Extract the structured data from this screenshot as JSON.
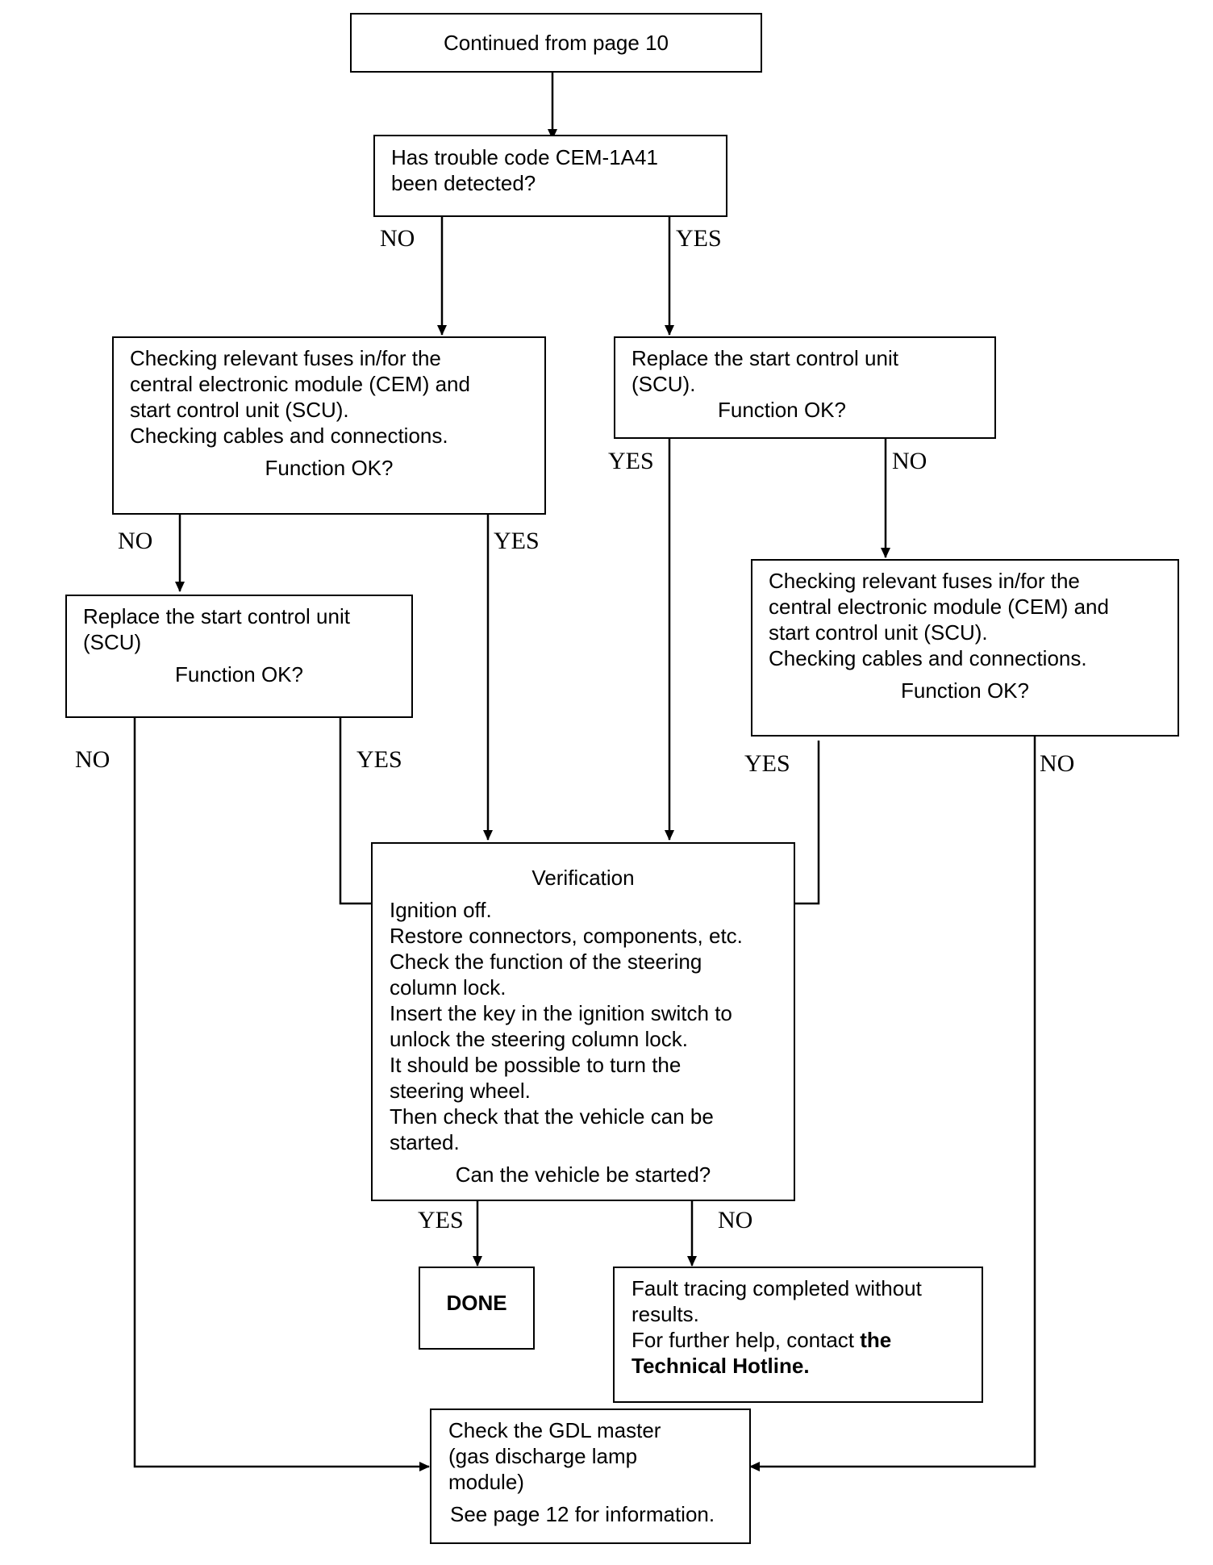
{
  "boxes": {
    "start": {
      "text": "Continued from page 10"
    },
    "q_code": {
      "lines": [
        "Has trouble code CEM-1A41",
        "been detected?"
      ]
    },
    "check_fuses_left": {
      "lines": [
        "Checking relevant fuses in/for the",
        "central electronic module (CEM) and",
        "start control unit (SCU).",
        "Checking cables and connections."
      ],
      "question": "Function OK?"
    },
    "replace_scu_right": {
      "lines": [
        "Replace the start control unit",
        "(SCU)."
      ],
      "question": "Function OK?"
    },
    "replace_scu_left": {
      "lines": [
        "Replace the start control unit",
        "(SCU)"
      ],
      "question": "Function OK?"
    },
    "check_fuses_right": {
      "lines": [
        "Checking relevant fuses in/for the",
        "central electronic module (CEM) and",
        "start control unit (SCU).",
        "Checking cables and connections."
      ],
      "question": "Function OK?"
    },
    "verification": {
      "title": "Verification",
      "lines": [
        "Ignition off.",
        "Restore connectors, components, etc.",
        "Check the function of the steering",
        "column lock.",
        "Insert the key in the ignition switch to",
        "unlock the steering column lock.",
        "It should be possible to turn the",
        "steering wheel.",
        "Then check that the vehicle can be",
        "started."
      ],
      "question": "Can the vehicle be started?"
    },
    "done": {
      "text": "DONE"
    },
    "fault": {
      "line1": "Fault tracing completed without",
      "line2": "results.",
      "line3_plain": "For further help, contact ",
      "line3_bold": "the",
      "line4_bold": "Technical Hotline."
    },
    "gdl": {
      "lines": [
        "Check the GDL master",
        "(gas discharge lamp",
        "module)"
      ],
      "note": "See page 12 for information."
    }
  },
  "labels": {
    "q_code_no": "NO",
    "q_code_yes": "YES",
    "check_left_no": "NO",
    "check_left_yes": "YES",
    "replace_right_yes": "YES",
    "replace_right_no": "NO",
    "replace_left_no": "NO",
    "replace_left_yes": "YES",
    "check_right_yes": "YES",
    "check_right_no": "NO",
    "verify_yes": "YES",
    "verify_no": "NO"
  }
}
